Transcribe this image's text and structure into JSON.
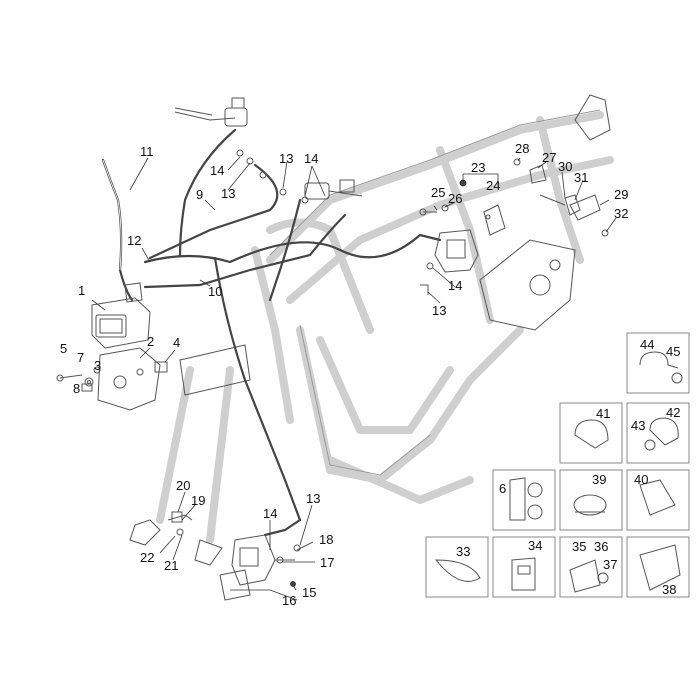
{
  "labels": {
    "l1": "1",
    "l2": "2",
    "l3": "3",
    "l4": "4",
    "l5": "5",
    "l6": "6",
    "l7": "7",
    "l8": "8",
    "l9": "9",
    "l10": "10",
    "l11": "11",
    "l12": "12",
    "l13a": "13",
    "l13b": "13",
    "l13c": "13",
    "l13d": "13",
    "l14a": "14",
    "l14b": "14",
    "l14c": "14",
    "l14d": "14",
    "l15": "15",
    "l16": "16",
    "l17": "17",
    "l18": "18",
    "l19": "19",
    "l20": "20",
    "l21": "21",
    "l22": "22",
    "l23": "23",
    "l24": "24",
    "l25": "25",
    "l26": "26",
    "l27": "27",
    "l28": "28",
    "l29": "29",
    "l30": "30",
    "l31": "31",
    "l32": "32",
    "l33": "33",
    "l34": "34",
    "l35": "35",
    "l36": "36",
    "l37": "37",
    "l38": "38",
    "l39": "39",
    "l40": "40",
    "l41": "41",
    "l42": "42",
    "l43": "43",
    "l44": "44",
    "l45": "45"
  }
}
